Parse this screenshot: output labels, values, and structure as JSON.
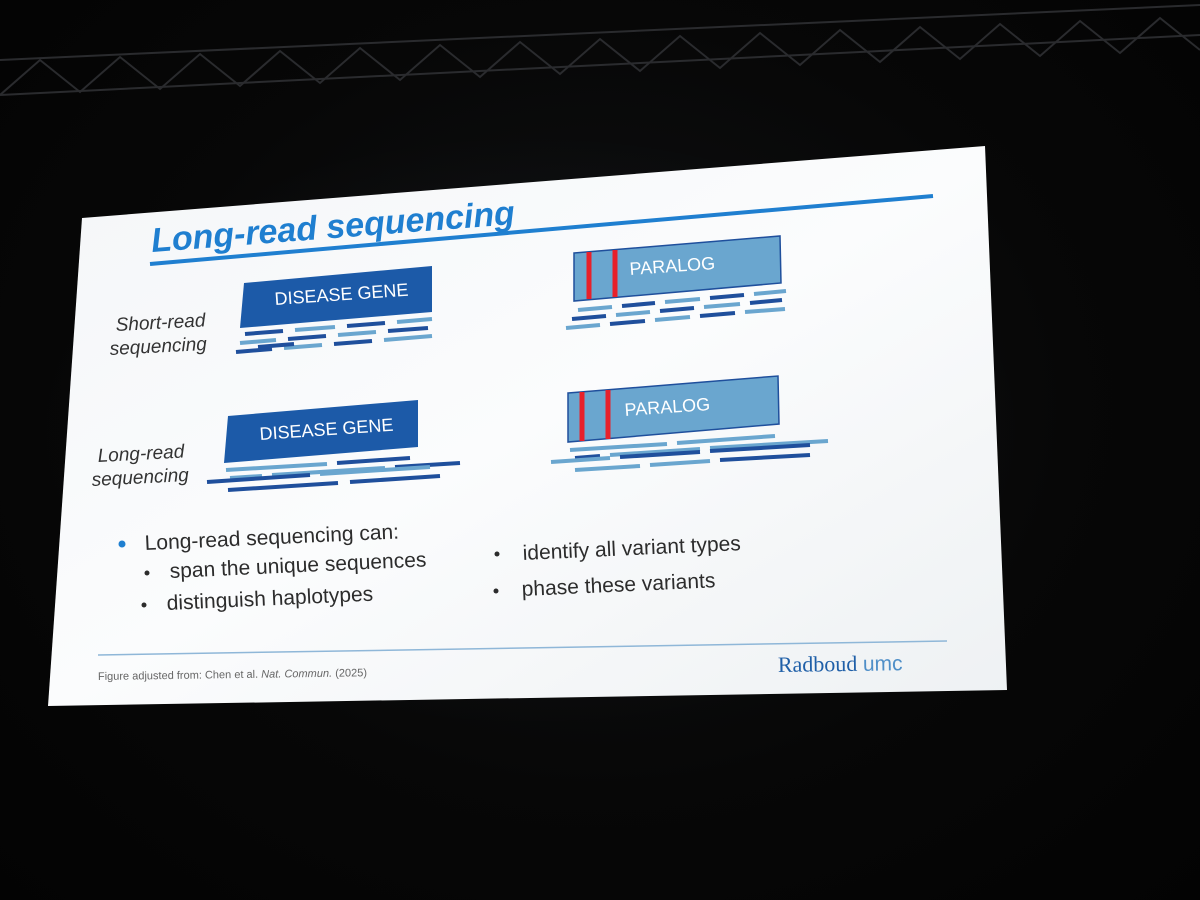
{
  "slide": {
    "title": "Long-read sequencing",
    "rows": [
      {
        "label_line1": "Short-read",
        "label_line2": "sequencing"
      },
      {
        "label_line1": "Long-read",
        "label_line2": "sequencing"
      }
    ],
    "disease_gene_label": "DISEASE GENE",
    "paralog_label": "PARALOG",
    "bullet_heading": "Long-read sequencing can:",
    "sub_bullets_left": [
      "span the unique sequences",
      "distinguish haplotypes"
    ],
    "sub_bullets_right": [
      "identify all variant types",
      "phase these variants"
    ],
    "footer_prefix": "Figure adjusted from: Chen et al. ",
    "footer_journal": "Nat. Commun.",
    "footer_year": " (2025)",
    "logo_part1": "Radboud",
    "logo_part2": "umc"
  },
  "colors": {
    "title_blue": "#1f7fd0",
    "gene_box": "#1c5aa8",
    "paralog_box": "#6aa6cf",
    "read_dark": "#1f4f9c",
    "read_light": "#6aa6cf",
    "variant_red": "#e8202a",
    "logo_blue": "#1f5fa8"
  }
}
